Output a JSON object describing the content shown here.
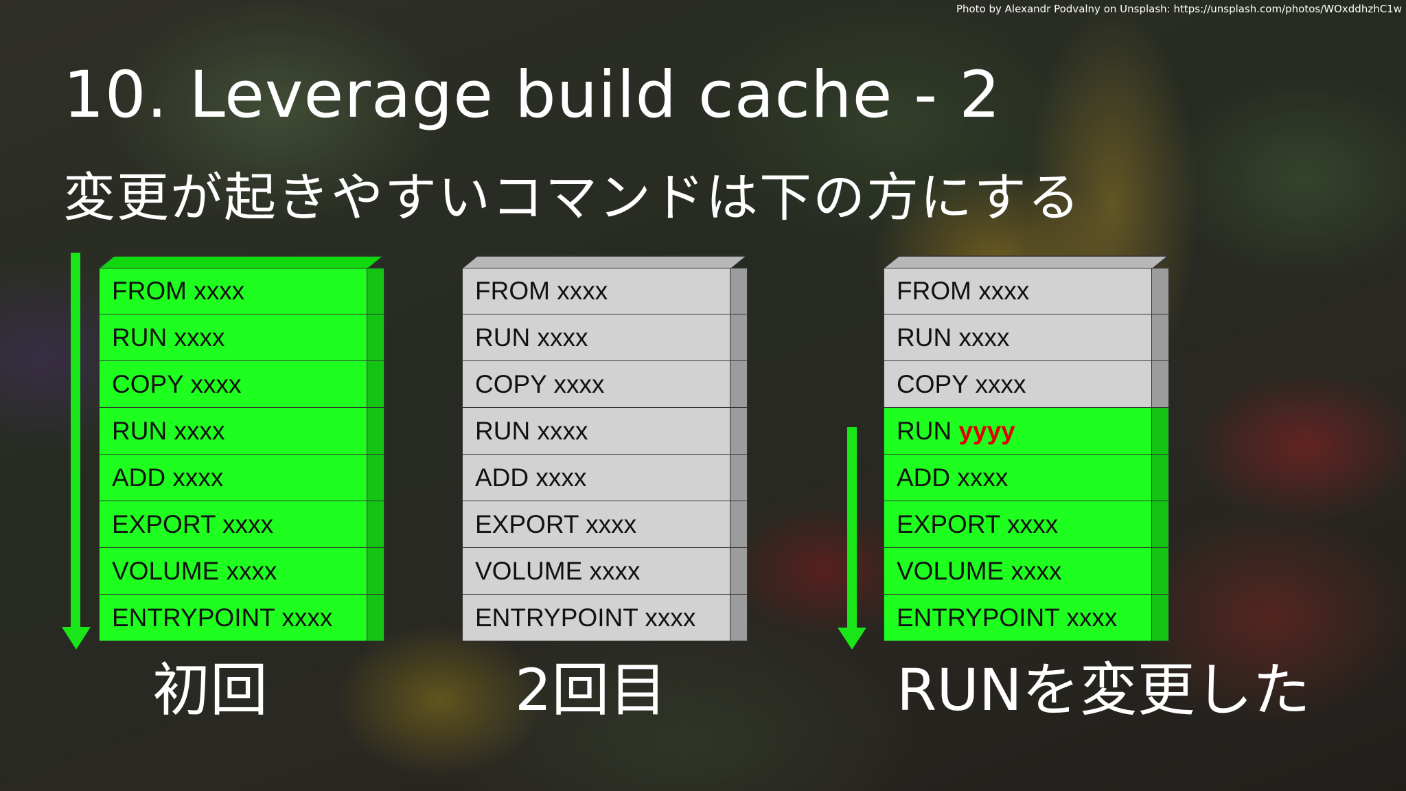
{
  "slide": {
    "photo_credit": "Photo by Alexandr Podvalny on Unsplash: https://unsplash.com/photos/WOxddhzhC1w",
    "title": "10. Leverage build cache - 2",
    "subtitle": "変更が起きやすいコマンドは下の方にする"
  },
  "stacks": [
    {
      "caption": "初回",
      "layers": [
        {
          "prefix": "FROM",
          "arg": "xxxx",
          "state": "green"
        },
        {
          "prefix": "RUN",
          "arg": "xxxx",
          "state": "green"
        },
        {
          "prefix": "COPY",
          "arg": "xxxx",
          "state": "green"
        },
        {
          "prefix": "RUN",
          "arg": "xxxx",
          "state": "green"
        },
        {
          "prefix": "ADD",
          "arg": "xxxx",
          "state": "green"
        },
        {
          "prefix": "EXPORT",
          "arg": "xxxx",
          "state": "green"
        },
        {
          "prefix": "VOLUME",
          "arg": "xxxx",
          "state": "green"
        },
        {
          "prefix": "ENTRYPOINT",
          "arg": "xxxx",
          "state": "green"
        }
      ]
    },
    {
      "caption": "2回目",
      "layers": [
        {
          "prefix": "FROM",
          "arg": "xxxx",
          "state": "gray"
        },
        {
          "prefix": "RUN",
          "arg": "xxxx",
          "state": "gray"
        },
        {
          "prefix": "COPY",
          "arg": "xxxx",
          "state": "gray"
        },
        {
          "prefix": "RUN",
          "arg": "xxxx",
          "state": "gray"
        },
        {
          "prefix": "ADD",
          "arg": "xxxx",
          "state": "gray"
        },
        {
          "prefix": "EXPORT",
          "arg": "xxxx",
          "state": "gray"
        },
        {
          "prefix": "VOLUME",
          "arg": "xxxx",
          "state": "gray"
        },
        {
          "prefix": "ENTRYPOINT",
          "arg": "xxxx",
          "state": "gray"
        }
      ]
    },
    {
      "caption": "RUNを変更した",
      "layers": [
        {
          "prefix": "FROM",
          "arg": "xxxx",
          "state": "gray"
        },
        {
          "prefix": "RUN",
          "arg": "xxxx",
          "state": "gray"
        },
        {
          "prefix": "COPY",
          "arg": "xxxx",
          "state": "gray"
        },
        {
          "prefix": "RUN",
          "arg": "yyyy",
          "state": "green",
          "changed": true
        },
        {
          "prefix": "ADD",
          "arg": "xxxx",
          "state": "green"
        },
        {
          "prefix": "EXPORT",
          "arg": "xxxx",
          "state": "green"
        },
        {
          "prefix": "VOLUME",
          "arg": "xxxx",
          "state": "green"
        },
        {
          "prefix": "ENTRYPOINT",
          "arg": "xxxx",
          "state": "green"
        }
      ]
    }
  ],
  "colors": {
    "build_green": "#1fff1f",
    "cached_gray": "#d2d2d2",
    "changed_red": "#e00000",
    "arrow_green": "#19e619"
  }
}
